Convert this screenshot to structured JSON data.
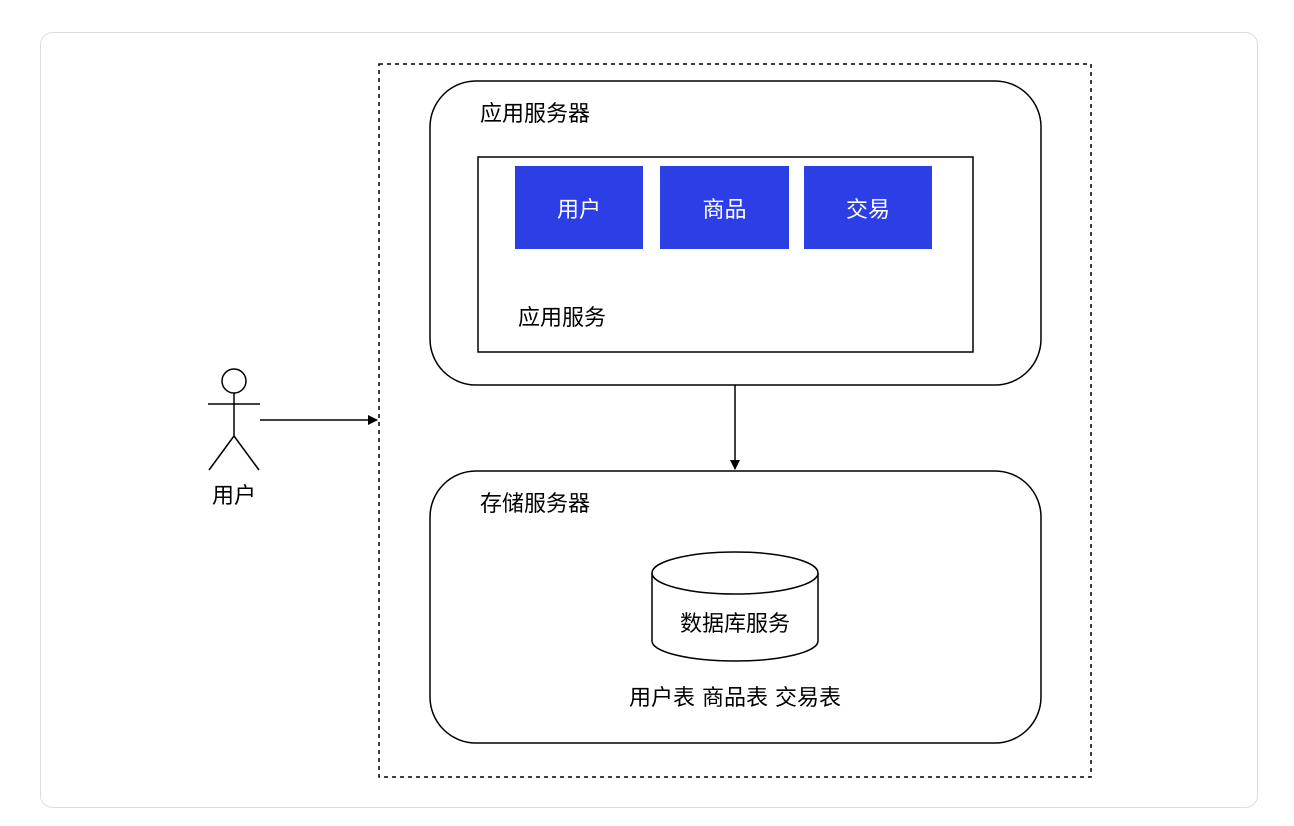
{
  "colors": {
    "module_fill": "#2c3ee6",
    "module_text": "#ffffff",
    "stroke": "#000000",
    "card_border": "#dddddd"
  },
  "actor": {
    "label": "用户"
  },
  "app_server": {
    "title": "应用服务器",
    "service_label": "应用服务",
    "modules": [
      "用户",
      "商品",
      "交易"
    ]
  },
  "storage_server": {
    "title": "存储服务器",
    "database_label": "数据库服务",
    "tables_label": "用户表 商品表 交易表"
  }
}
